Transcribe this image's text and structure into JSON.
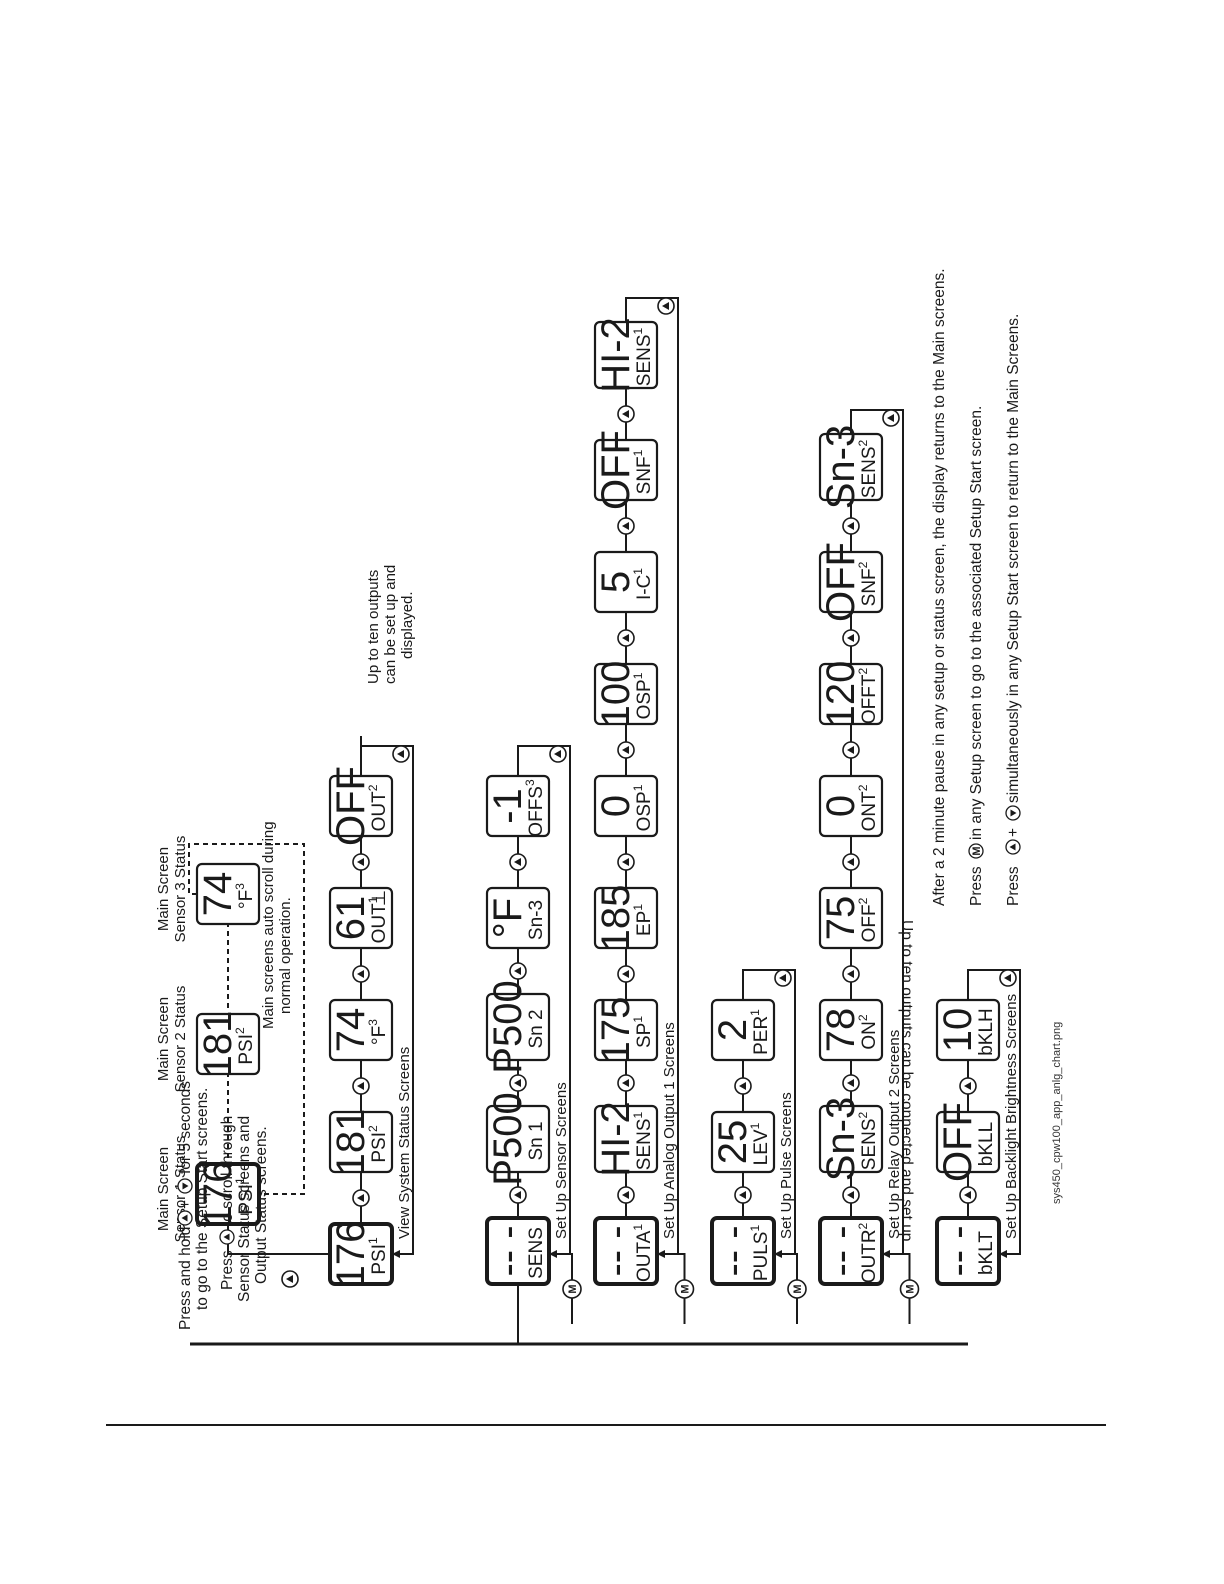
{
  "rows": [
    {
      "id": "status",
      "start_bold": true,
      "boxes": [
        {
          "big": "176",
          "small": "PSI",
          "sup": "1"
        },
        {
          "big": "181",
          "small": "PSI",
          "sup": "2"
        },
        {
          "big": "74",
          "small": "°F",
          "sup": "3"
        },
        {
          "big": "61",
          "small": "OUT",
          "sup": "1",
          "extra": "⊥"
        },
        {
          "big": "OFF",
          "small": "OUT",
          "sup": "2"
        }
      ],
      "label": "View System Status Screens",
      "loop_note": [
        "Up to ten outputs",
        "can be set up and",
        "displayed."
      ]
    },
    {
      "id": "sensor",
      "boxes": [
        {
          "big": "-- -",
          "small": "SENS",
          "sup": ""
        },
        {
          "big": "P500",
          "small": "Sn 1",
          "sup": ""
        },
        {
          "big": "P500",
          "small": "Sn 2",
          "sup": ""
        },
        {
          "big": "°F",
          "small": "Sn-3",
          "sup": ""
        },
        {
          "big": "-1",
          "small": "OFFS",
          "sup": "3"
        }
      ],
      "label": "Set Up Sensor Screens"
    },
    {
      "id": "analog",
      "boxes": [
        {
          "big": "-- -",
          "small": "OUTA",
          "sup": "1"
        },
        {
          "big": "HI-2",
          "small": "SENS",
          "sup": "1"
        },
        {
          "big": "175",
          "small": "SP",
          "sup": "1"
        },
        {
          "big": "185",
          "small": "EP",
          "sup": "1"
        },
        {
          "big": "0",
          "small": "OSP",
          "sup": "1"
        },
        {
          "big": "100",
          "small": "OSP",
          "sup": "1"
        },
        {
          "big": "5",
          "small": "I-C",
          "sup": "1"
        },
        {
          "big": "OFF",
          "small": "SNF",
          "sup": "1"
        },
        {
          "big": "HI-2",
          "small": "SENS",
          "sup": "1"
        }
      ],
      "label": "Set Up Analog Output 1 Screens"
    },
    {
      "id": "pulse",
      "boxes": [
        {
          "big": "-- -",
          "small": "PULS",
          "sup": "1"
        },
        {
          "big": "25",
          "small": "LEV",
          "sup": "1"
        },
        {
          "big": "2",
          "small": "PER",
          "sup": "1"
        }
      ],
      "label": "Set Up Pulse Screens"
    },
    {
      "id": "relay",
      "boxes": [
        {
          "big": "-- -",
          "small": "OUTR",
          "sup": "2"
        },
        {
          "big": "Sn-3",
          "small": "SENS",
          "sup": "2"
        },
        {
          "big": "78",
          "small": "ON",
          "sup": "2"
        },
        {
          "big": "75",
          "small": "OFF",
          "sup": "2"
        },
        {
          "big": "0",
          "small": "ONT",
          "sup": "2"
        },
        {
          "big": "120",
          "small": "OFFT",
          "sup": "2"
        },
        {
          "big": "OFF",
          "small": "SNF",
          "sup": "2"
        },
        {
          "big": "Sn-3",
          "small": "SENS",
          "sup": "2"
        }
      ],
      "label": "Set Up Relay Output 2 Screens"
    },
    {
      "id": "backlight",
      "boxes": [
        {
          "big": "-- -",
          "small": "bKLT",
          "sup": ""
        },
        {
          "big": "OFF",
          "small": "bKLL",
          "sup": ""
        },
        {
          "big": "10",
          "small": "bKLH",
          "sup": ""
        }
      ],
      "label": "Set Up Backlight Brightness Screens"
    }
  ],
  "main_screens": {
    "headers": [
      [
        "Main Screen",
        "Sensor 1 Status"
      ],
      [
        "Main Screen",
        "Sensor 2 Status"
      ],
      [
        "Main Screen",
        "Sensor 3 Status"
      ]
    ],
    "boxes": [
      {
        "big": "176",
        "small": "PSI",
        "sup": "1"
      },
      {
        "big": "181",
        "small": "PSI",
        "sup": "2"
      },
      {
        "big": "74",
        "small": "°F",
        "sup": "3"
      }
    ],
    "auto_scroll_note": [
      "Main screens auto scroll during",
      "normal operation."
    ]
  },
  "instructions": {
    "hold_line1_a": "Press and hold",
    "hold_line1_plus": "+",
    "hold_line1_b": "for 5 seconds",
    "hold_line2": "to go to the Setup Start screens.",
    "scroll_line1_a": "Press",
    "scroll_line1_b": "to scroll through",
    "scroll_line2": "Sensor Status screens and",
    "scroll_line3": "Output Status screens."
  },
  "bottom_note": "Up to ten outputs can be connected and set up.",
  "notes": {
    "pause": "After a 2 minute pause in any setup or status screen, the display returns to the Main screens.",
    "press_m_a": "Press",
    "press_m_b": "in any Setup screen to go to the associated Setup Start screen.",
    "press_both_a": "Press",
    "press_both_plus": "+",
    "press_both_b": "simultaneously in any Setup Start screen to return to the Main Screens."
  },
  "m_label": "M",
  "filename": "sys450_cpw100_app_anlg_chart.png"
}
